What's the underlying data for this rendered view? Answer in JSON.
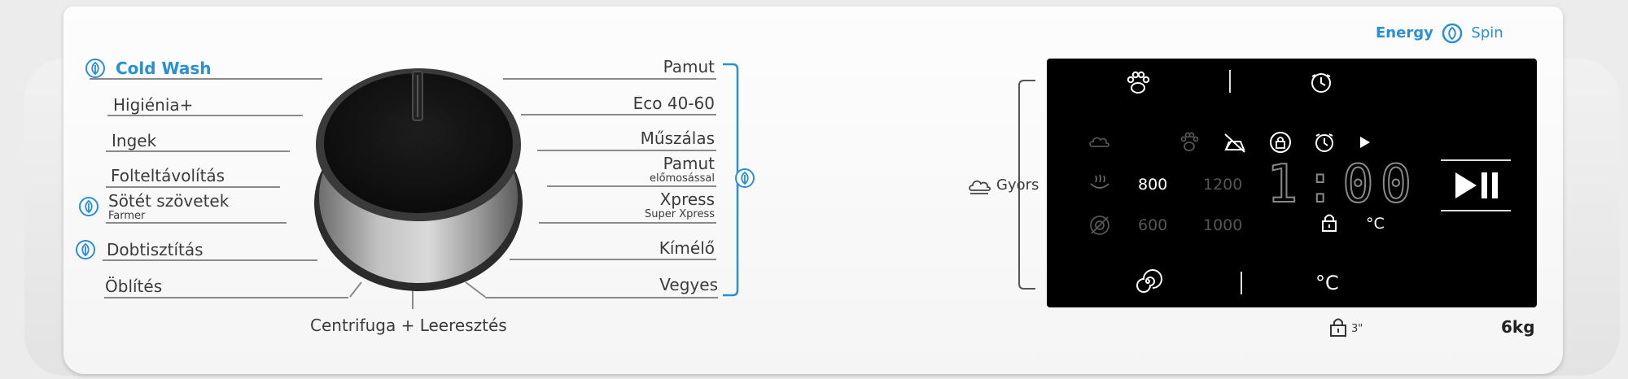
{
  "brand": {
    "energy": "Energy",
    "spin": "Spin"
  },
  "left_programs": [
    {
      "label": "Cold Wash",
      "eco": true,
      "highlight": true
    },
    {
      "label": "Higiénia+"
    },
    {
      "label": "Ingek"
    },
    {
      "label": "Folteltávolítás"
    },
    {
      "label": "Sötét szövetek",
      "sub": "Farmer",
      "eco": true
    },
    {
      "label": "Dobtisztítás",
      "eco": true
    },
    {
      "label": "Öblítés"
    }
  ],
  "right_programs": [
    {
      "label": "Pamut"
    },
    {
      "label": "Eco 40-60"
    },
    {
      "label": "Műszálas"
    },
    {
      "label": "Pamut",
      "sub": "előmosással"
    },
    {
      "label": "Xpress",
      "sub": "Super Xpress"
    },
    {
      "label": "Kímélő"
    },
    {
      "label": "Vegyes"
    }
  ],
  "bottom_program": "Centrifuga + Leeresztés",
  "gyors_label": "Gyors",
  "display": {
    "spin_speeds": [
      "800",
      "1200",
      "600",
      "1000"
    ],
    "time": "1:00",
    "celsius_small": "°C",
    "celsius_large": "°C"
  },
  "lock_note": "3\"",
  "capacity": "6kg",
  "colors": {
    "accent": "#2a8fd4",
    "display_bg": "#000000",
    "panel": "#f7f7f7"
  }
}
